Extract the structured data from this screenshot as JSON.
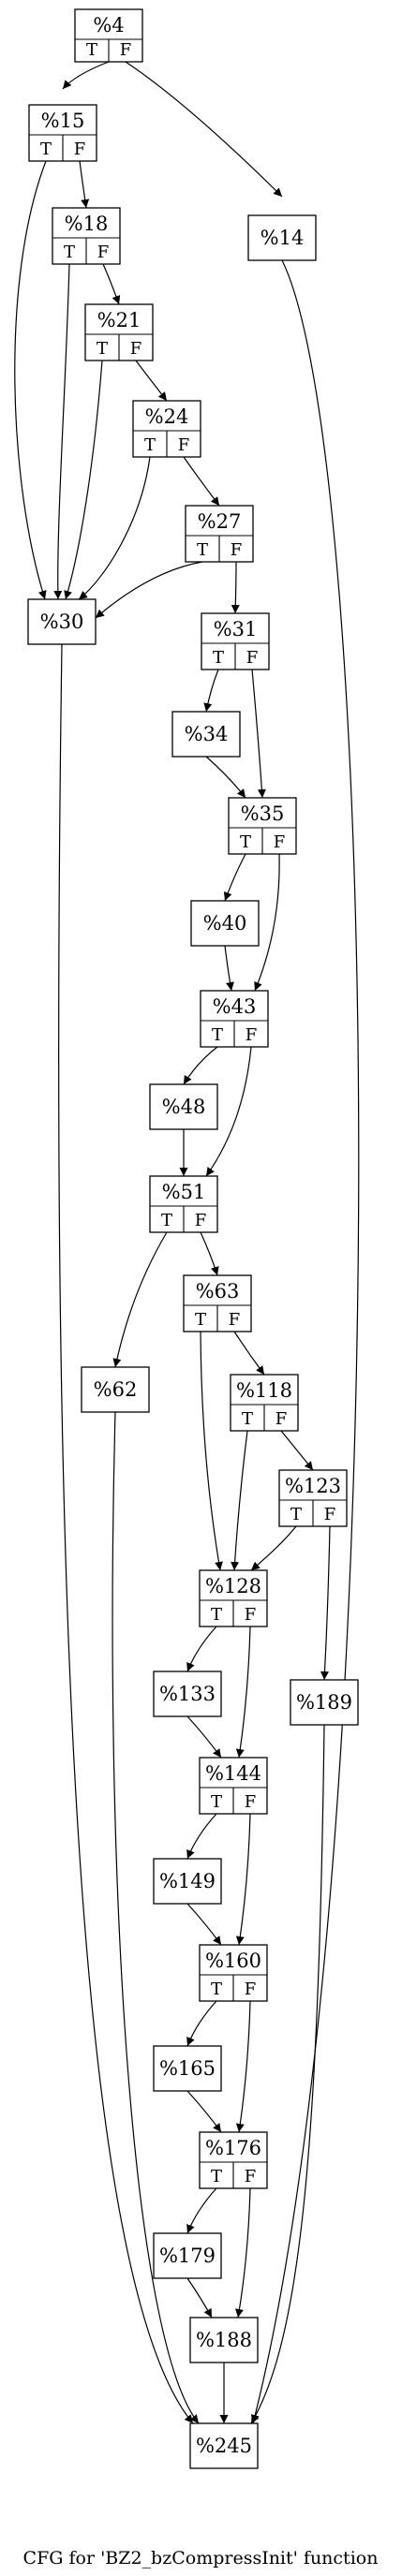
{
  "caption": "CFG for 'BZ2_bzCompressInit' function",
  "branch_labels": {
    "true": "T",
    "false": "F"
  },
  "nodes": [
    {
      "id": "n4",
      "label": "%4",
      "branch": true
    },
    {
      "id": "n15",
      "label": "%15",
      "branch": true
    },
    {
      "id": "n14",
      "label": "%14",
      "branch": false
    },
    {
      "id": "n18",
      "label": "%18",
      "branch": true
    },
    {
      "id": "n21",
      "label": "%21",
      "branch": true
    },
    {
      "id": "n24",
      "label": "%24",
      "branch": true
    },
    {
      "id": "n27",
      "label": "%27",
      "branch": true
    },
    {
      "id": "n30",
      "label": "%30",
      "branch": false
    },
    {
      "id": "n31",
      "label": "%31",
      "branch": true
    },
    {
      "id": "n34",
      "label": "%34",
      "branch": false
    },
    {
      "id": "n35",
      "label": "%35",
      "branch": true
    },
    {
      "id": "n40",
      "label": "%40",
      "branch": false
    },
    {
      "id": "n43",
      "label": "%43",
      "branch": true
    },
    {
      "id": "n48",
      "label": "%48",
      "branch": false
    },
    {
      "id": "n51",
      "label": "%51",
      "branch": true
    },
    {
      "id": "n62",
      "label": "%62",
      "branch": false
    },
    {
      "id": "n63",
      "label": "%63",
      "branch": true
    },
    {
      "id": "n118",
      "label": "%118",
      "branch": true
    },
    {
      "id": "n123",
      "label": "%123",
      "branch": true
    },
    {
      "id": "n128",
      "label": "%128",
      "branch": true
    },
    {
      "id": "n189",
      "label": "%189",
      "branch": false
    },
    {
      "id": "n133",
      "label": "%133",
      "branch": false
    },
    {
      "id": "n144",
      "label": "%144",
      "branch": true
    },
    {
      "id": "n149",
      "label": "%149",
      "branch": false
    },
    {
      "id": "n160",
      "label": "%160",
      "branch": true
    },
    {
      "id": "n165",
      "label": "%165",
      "branch": false
    },
    {
      "id": "n176",
      "label": "%176",
      "branch": true
    },
    {
      "id": "n179",
      "label": "%179",
      "branch": false
    },
    {
      "id": "n188",
      "label": "%188",
      "branch": false
    },
    {
      "id": "n245",
      "label": "%245",
      "branch": false
    }
  ],
  "edges": [
    {
      "from": "n4",
      "port": "T",
      "to": "n15"
    },
    {
      "from": "n4",
      "port": "F",
      "to": "n14"
    },
    {
      "from": "n15",
      "port": "T",
      "to": "n30"
    },
    {
      "from": "n15",
      "port": "F",
      "to": "n18"
    },
    {
      "from": "n18",
      "port": "T",
      "to": "n30"
    },
    {
      "from": "n18",
      "port": "F",
      "to": "n21"
    },
    {
      "from": "n21",
      "port": "T",
      "to": "n30"
    },
    {
      "from": "n21",
      "port": "F",
      "to": "n24"
    },
    {
      "from": "n24",
      "port": "T",
      "to": "n30"
    },
    {
      "from": "n24",
      "port": "F",
      "to": "n27"
    },
    {
      "from": "n27",
      "port": "T",
      "to": "n30"
    },
    {
      "from": "n27",
      "port": "F",
      "to": "n31"
    },
    {
      "from": "n31",
      "port": "T",
      "to": "n34"
    },
    {
      "from": "n31",
      "port": "F",
      "to": "n35"
    },
    {
      "from": "n34",
      "port": "",
      "to": "n35"
    },
    {
      "from": "n35",
      "port": "T",
      "to": "n40"
    },
    {
      "from": "n35",
      "port": "F",
      "to": "n43"
    },
    {
      "from": "n40",
      "port": "",
      "to": "n43"
    },
    {
      "from": "n43",
      "port": "T",
      "to": "n48"
    },
    {
      "from": "n43",
      "port": "F",
      "to": "n51"
    },
    {
      "from": "n48",
      "port": "",
      "to": "n51"
    },
    {
      "from": "n51",
      "port": "T",
      "to": "n62"
    },
    {
      "from": "n51",
      "port": "F",
      "to": "n63"
    },
    {
      "from": "n63",
      "port": "T",
      "to": "n128"
    },
    {
      "from": "n63",
      "port": "F",
      "to": "n118"
    },
    {
      "from": "n118",
      "port": "T",
      "to": "n128"
    },
    {
      "from": "n118",
      "port": "F",
      "to": "n123"
    },
    {
      "from": "n123",
      "port": "T",
      "to": "n128"
    },
    {
      "from": "n123",
      "port": "F",
      "to": "n189"
    },
    {
      "from": "n128",
      "port": "T",
      "to": "n133"
    },
    {
      "from": "n128",
      "port": "F",
      "to": "n144"
    },
    {
      "from": "n133",
      "port": "",
      "to": "n144"
    },
    {
      "from": "n144",
      "port": "T",
      "to": "n149"
    },
    {
      "from": "n144",
      "port": "F",
      "to": "n160"
    },
    {
      "from": "n149",
      "port": "",
      "to": "n160"
    },
    {
      "from": "n160",
      "port": "T",
      "to": "n165"
    },
    {
      "from": "n160",
      "port": "F",
      "to": "n176"
    },
    {
      "from": "n165",
      "port": "",
      "to": "n176"
    },
    {
      "from": "n176",
      "port": "T",
      "to": "n179"
    },
    {
      "from": "n176",
      "port": "F",
      "to": "n188"
    },
    {
      "from": "n179",
      "port": "",
      "to": "n188"
    },
    {
      "from": "n14",
      "port": "",
      "to": "n245"
    },
    {
      "from": "n30",
      "port": "",
      "to": "n245"
    },
    {
      "from": "n62",
      "port": "",
      "to": "n245"
    },
    {
      "from": "n189",
      "port": "",
      "to": "n245"
    },
    {
      "from": "n188",
      "port": "",
      "to": "n245"
    }
  ]
}
